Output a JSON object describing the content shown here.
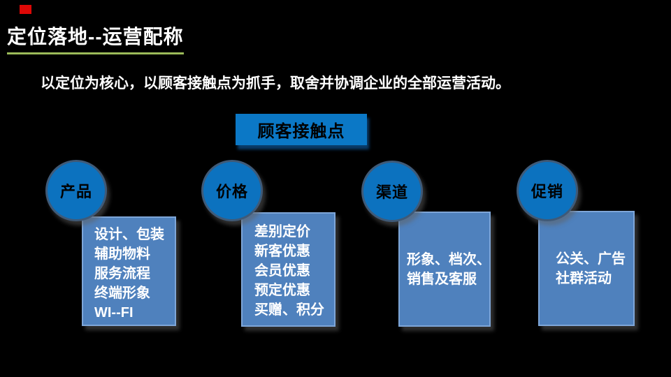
{
  "slide": {
    "title": "定位落地--运营配称",
    "subtitle": "以定位为核心，以顾客接触点为抓手，取舍并协调企业的全部运营活动。",
    "header_box": "顾客接触点",
    "columns": [
      {
        "circle": "产品",
        "lines": [
          "设计、包装",
          "辅助物料",
          "服务流程",
          "终端形象",
          "WI--FI"
        ]
      },
      {
        "circle": "价格",
        "lines": [
          "差别定价",
          "新客优惠",
          "会员优惠",
          "预定优惠",
          "买赠、积分"
        ]
      },
      {
        "circle": "渠道",
        "lines": [
          "形象、档次、",
          "销售及客服"
        ]
      },
      {
        "circle": "促销",
        "lines": [
          "公关、广告",
          "社群活动"
        ]
      }
    ],
    "colors": {
      "background": "#000000",
      "accent_red": "#dd0806",
      "underline_green": "#9bbb59",
      "header_blue": "#0b78c6",
      "circle_blue": "#0c72bf",
      "circle_border": "#3f5a78",
      "box_blue": "#4f81bd",
      "box_border": "#7ea6d8",
      "title_text": "#ffffff",
      "circle_text": "#000000",
      "box_text": "#ffffff"
    }
  }
}
